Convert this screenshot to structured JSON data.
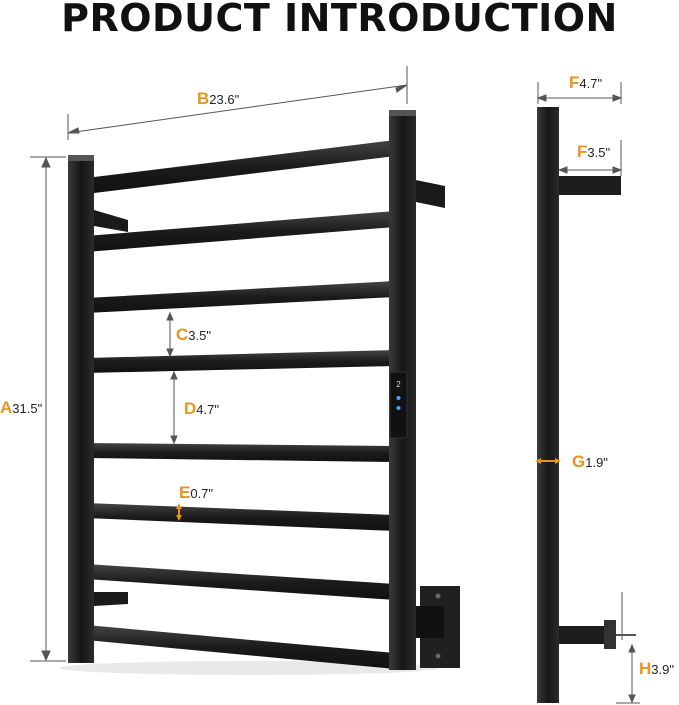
{
  "title": "PRODUCT INTRODUCTION",
  "colors": {
    "accent": "#e8951e",
    "metal": "#1f1f1f"
  },
  "dimensions": [
    {
      "key": "A",
      "value": "31.5\""
    },
    {
      "key": "B",
      "value": "23.6\""
    },
    {
      "key": "C",
      "value": "3.5\""
    },
    {
      "key": "D",
      "value": "4.7\""
    },
    {
      "key": "E",
      "value": "0.7\""
    },
    {
      "key": "F1",
      "letter": "F",
      "value": "4.7\""
    },
    {
      "key": "F2",
      "letter": "F",
      "value": "3.5\""
    },
    {
      "key": "G",
      "value": "1.9\""
    },
    {
      "key": "H",
      "value": "3.9\""
    }
  ],
  "control_panel_icon": "power-and-temperature-buttons"
}
